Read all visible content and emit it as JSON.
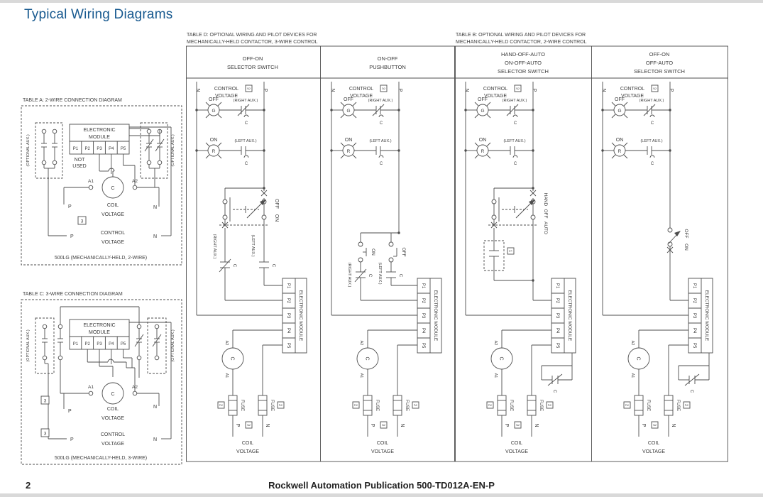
{
  "page": {
    "title": "Typical Wiring Diagrams",
    "page_number": "2",
    "footer_text": "Rockwell Automation Publication 500-TD012A-EN-P"
  },
  "shared": {
    "optional_aux": "(OPTIONAL AUX.)",
    "electronic": "ELECTRONIC",
    "module": "MODULE",
    "electronic_module": "ELECTRONIC MODULE",
    "p1": "P1",
    "p2": "P2",
    "p3": "P3",
    "p4": "P4",
    "p5": "P5",
    "not": "NOT",
    "used": "USED",
    "a1": "A1",
    "a2": "A2",
    "coil_c": "C",
    "aux_c": "C",
    "coil": "COIL",
    "control": "CONTROL",
    "voltage": "VOLTAGE",
    "p": "P",
    "n": "N",
    "g": "G",
    "r": "R",
    "off": "OFF",
    "on": "ON",
    "hand": "HAND",
    "auto": "AUTO",
    "right_aux": "(RIGHT AUX.)",
    "left_aux": "(LEFT AUX.)",
    "fuse": "FUSE",
    "note1": "1",
    "note2": "2",
    "note3": "3"
  },
  "table_a": {
    "caption": "TABLE A: 2-WIRE CONNECTION DIAGRAM",
    "footer": "500LG (MECHANICALLY-HELD, 2-WIRE)"
  },
  "table_c": {
    "caption": "TABLE C: 3-WIRE CONNECTION DIAGRAM",
    "footer": "500LG (MECHANICALLY-HELD, 3-WIRE)"
  },
  "table_d": {
    "caption_line1": "TABLE D: OPTIONAL WIRING AND PILOT DEVICES FOR",
    "caption_line2": "MECHANICALLY-HELD CONTACTOR, 3-WIRE CONTROL",
    "col1_line1": "OFF-ON",
    "col1_line2": "SELECTOR SWITCH",
    "col2_line1": "ON-OFF",
    "col2_line2": "PUSHBUTTON"
  },
  "table_b": {
    "caption_line1": "TABLE B: OPTIONAL WIRING AND PILOT DEVICES FOR",
    "caption_line2": "MECHANICALLY-HELD CONTACTOR, 2-WIRE CONTROL",
    "col1_line1": "HAND-OFF-AUTO",
    "col1_line2": "ON-OFF-AUTO",
    "col1_line3": "SELECTOR SWITCH",
    "col2_line1": "OFF-ON",
    "col2_line2": "OFF-AUTO",
    "col2_line3": "SELECTOR SWITCH"
  }
}
